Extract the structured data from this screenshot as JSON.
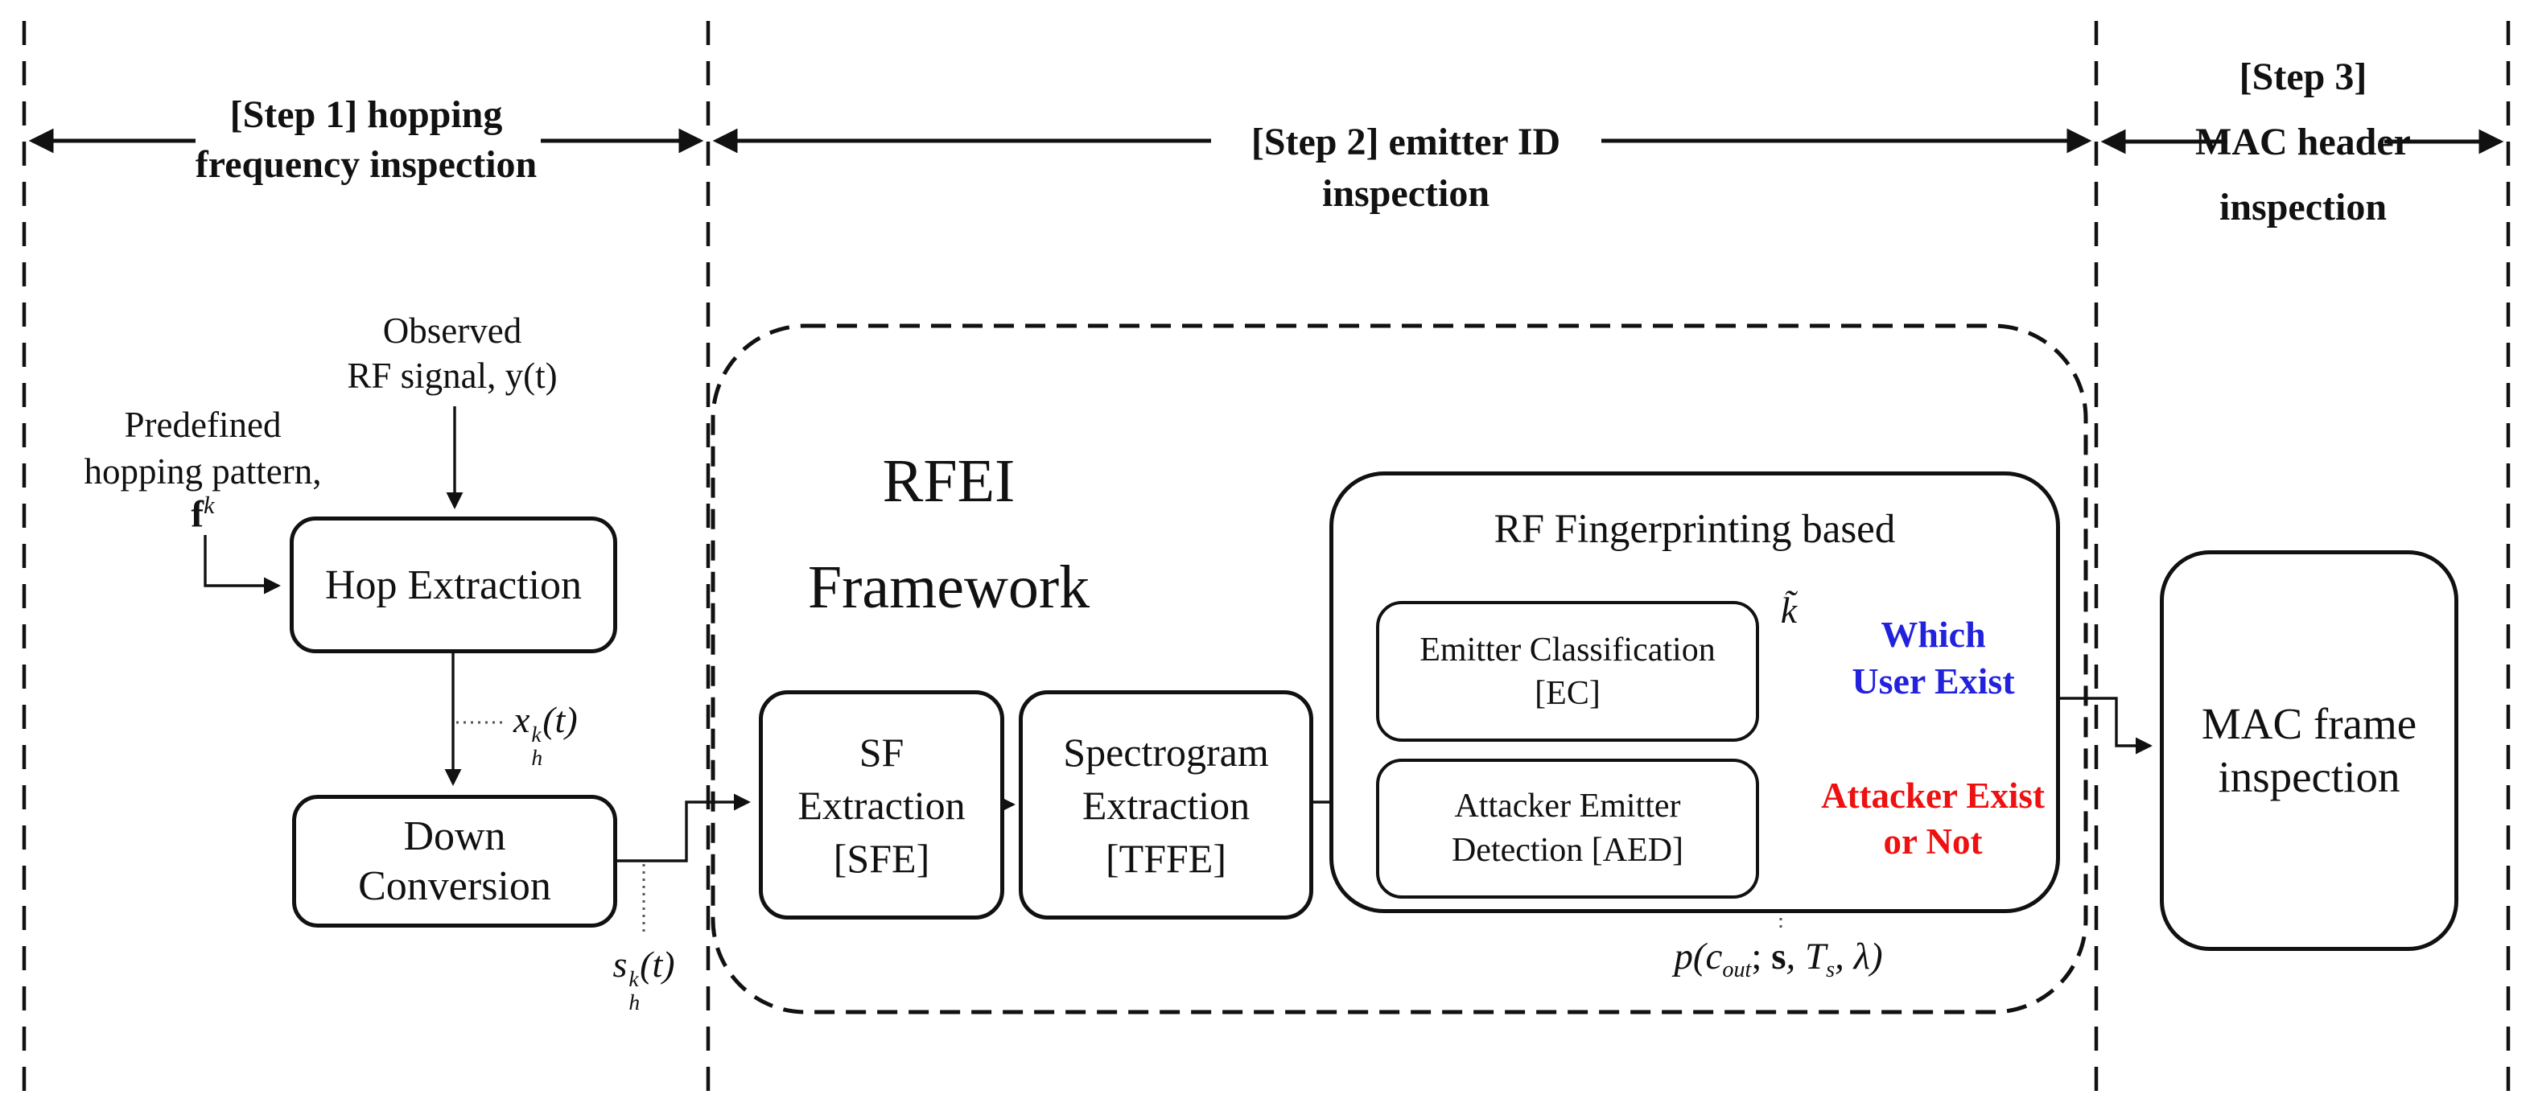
{
  "figure": {
    "kind": "block-diagram",
    "colors": {
      "line": "#111111",
      "blue_text": "#2222DD",
      "red_text": "#EE1111"
    }
  },
  "headers": {
    "step1": {
      "line1": "[Step 1] hopping",
      "line2": "frequency inspection"
    },
    "step2": {
      "line1": "[Step 2] emitter ID",
      "line2": "inspection"
    },
    "step3": {
      "line1": "[Step 3]",
      "line2": "MAC header",
      "line3": "inspection"
    }
  },
  "step1": {
    "observed": {
      "line1": "Observed",
      "line2": "RF signal, y(t)"
    },
    "predefined": {
      "line1": "Predefined",
      "line2": "hopping pattern,"
    },
    "fk": {
      "base": "f",
      "sup": "k"
    },
    "hop_box_label": "Hop Extraction",
    "xhk": {
      "base": "x",
      "sup": "k",
      "sub": "h",
      "rest": "(t)"
    },
    "down_box": {
      "line1": "Down",
      "line2": "Conversion"
    },
    "shk": {
      "base": "s",
      "sup": "k",
      "sub": "h",
      "rest": "(t)"
    }
  },
  "step2": {
    "framework": {
      "line1": "RFEI",
      "line2": "Framework"
    },
    "sfe_box": {
      "line1": "SF",
      "line2": "Extraction",
      "line3": "[SFE]"
    },
    "tffe_box": {
      "line1": "Spectrogram",
      "line2": "Extraction",
      "line3": "[TFFE]"
    },
    "rf_title": "RF Fingerprinting based",
    "ec_box": {
      "line1": "Emitter Classification",
      "line2": "[EC]"
    },
    "aed_box": {
      "line1": "Attacker Emitter",
      "line2": "Detection [AED]"
    },
    "ktilde": "k̃",
    "which_user": {
      "line1": "Which",
      "line2": "User Exist"
    },
    "attacker_exist": {
      "line1": "Attacker Exist",
      "line2": "or Not"
    },
    "pcout": {
      "pre": "p(c",
      "sub1": "out",
      "mid1": "; ",
      "bold_s": "s",
      "mid2": ", T",
      "sub2": "s",
      "post": ", λ)"
    }
  },
  "step3": {
    "mac_box": {
      "line1": "MAC frame",
      "line2": "inspection"
    }
  }
}
